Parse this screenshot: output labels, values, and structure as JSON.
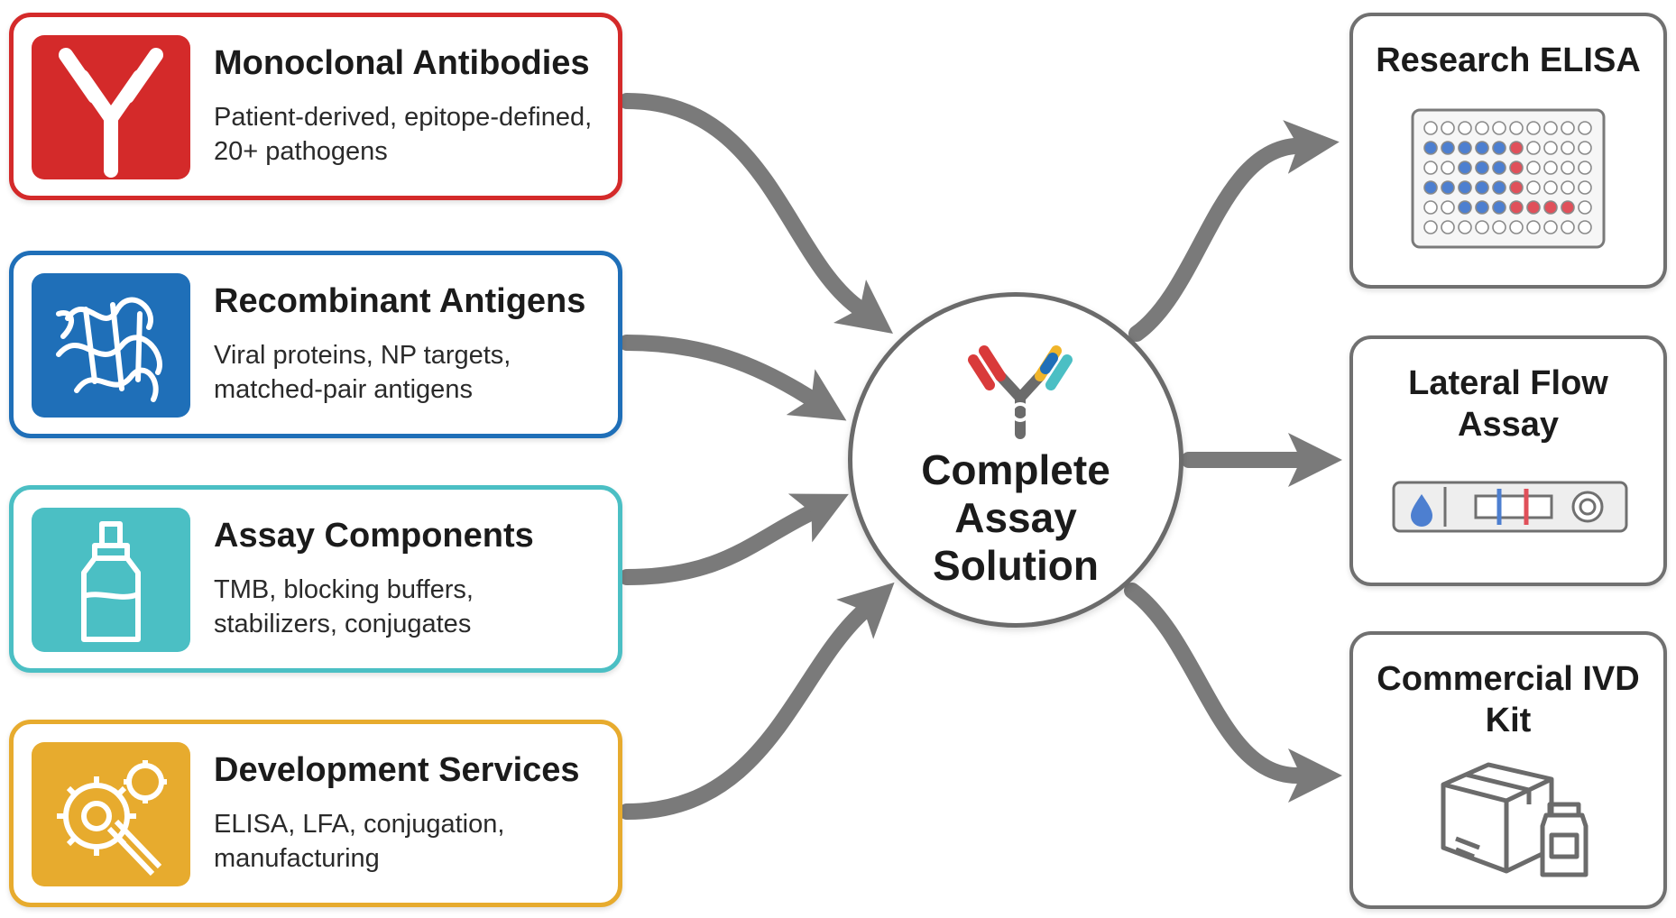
{
  "inputs": [
    {
      "title": "Monoclonal Antibodies",
      "description": "Patient-derived, epitope-defined, 20+ pathogens",
      "color": "#d42a2a",
      "icon": "antibody-icon"
    },
    {
      "title": "Recombinant Antigens",
      "description": "Viral proteins, NP targets, matched-pair antigens",
      "color": "#1f6fb8",
      "icon": "protein-icon"
    },
    {
      "title": "Assay Components",
      "description": "TMB, blocking buffers, stabilizers, conjugates",
      "color": "#4bbfc4",
      "icon": "dropper-bottle-icon"
    },
    {
      "title": "Development Services",
      "description": "ELISA, LFA, conjugation, manufacturing",
      "color": "#e7ab2e",
      "icon": "gears-wrench-icon"
    }
  ],
  "hub": {
    "title": "Complete Assay Solution",
    "icon": "antibody-multicolor-icon"
  },
  "outputs": [
    {
      "title": "Research ELISA",
      "icon": "microplate-icon"
    },
    {
      "title": "Lateral Flow Assay",
      "icon": "test-strip-icon"
    },
    {
      "title": "Commercial IVD Kit",
      "icon": "box-vial-icon"
    }
  ],
  "colors": {
    "arrow": "#7a7a7a",
    "border": "#707070",
    "plate_blue": "#4d7fd0",
    "plate_red": "#e0505a"
  }
}
